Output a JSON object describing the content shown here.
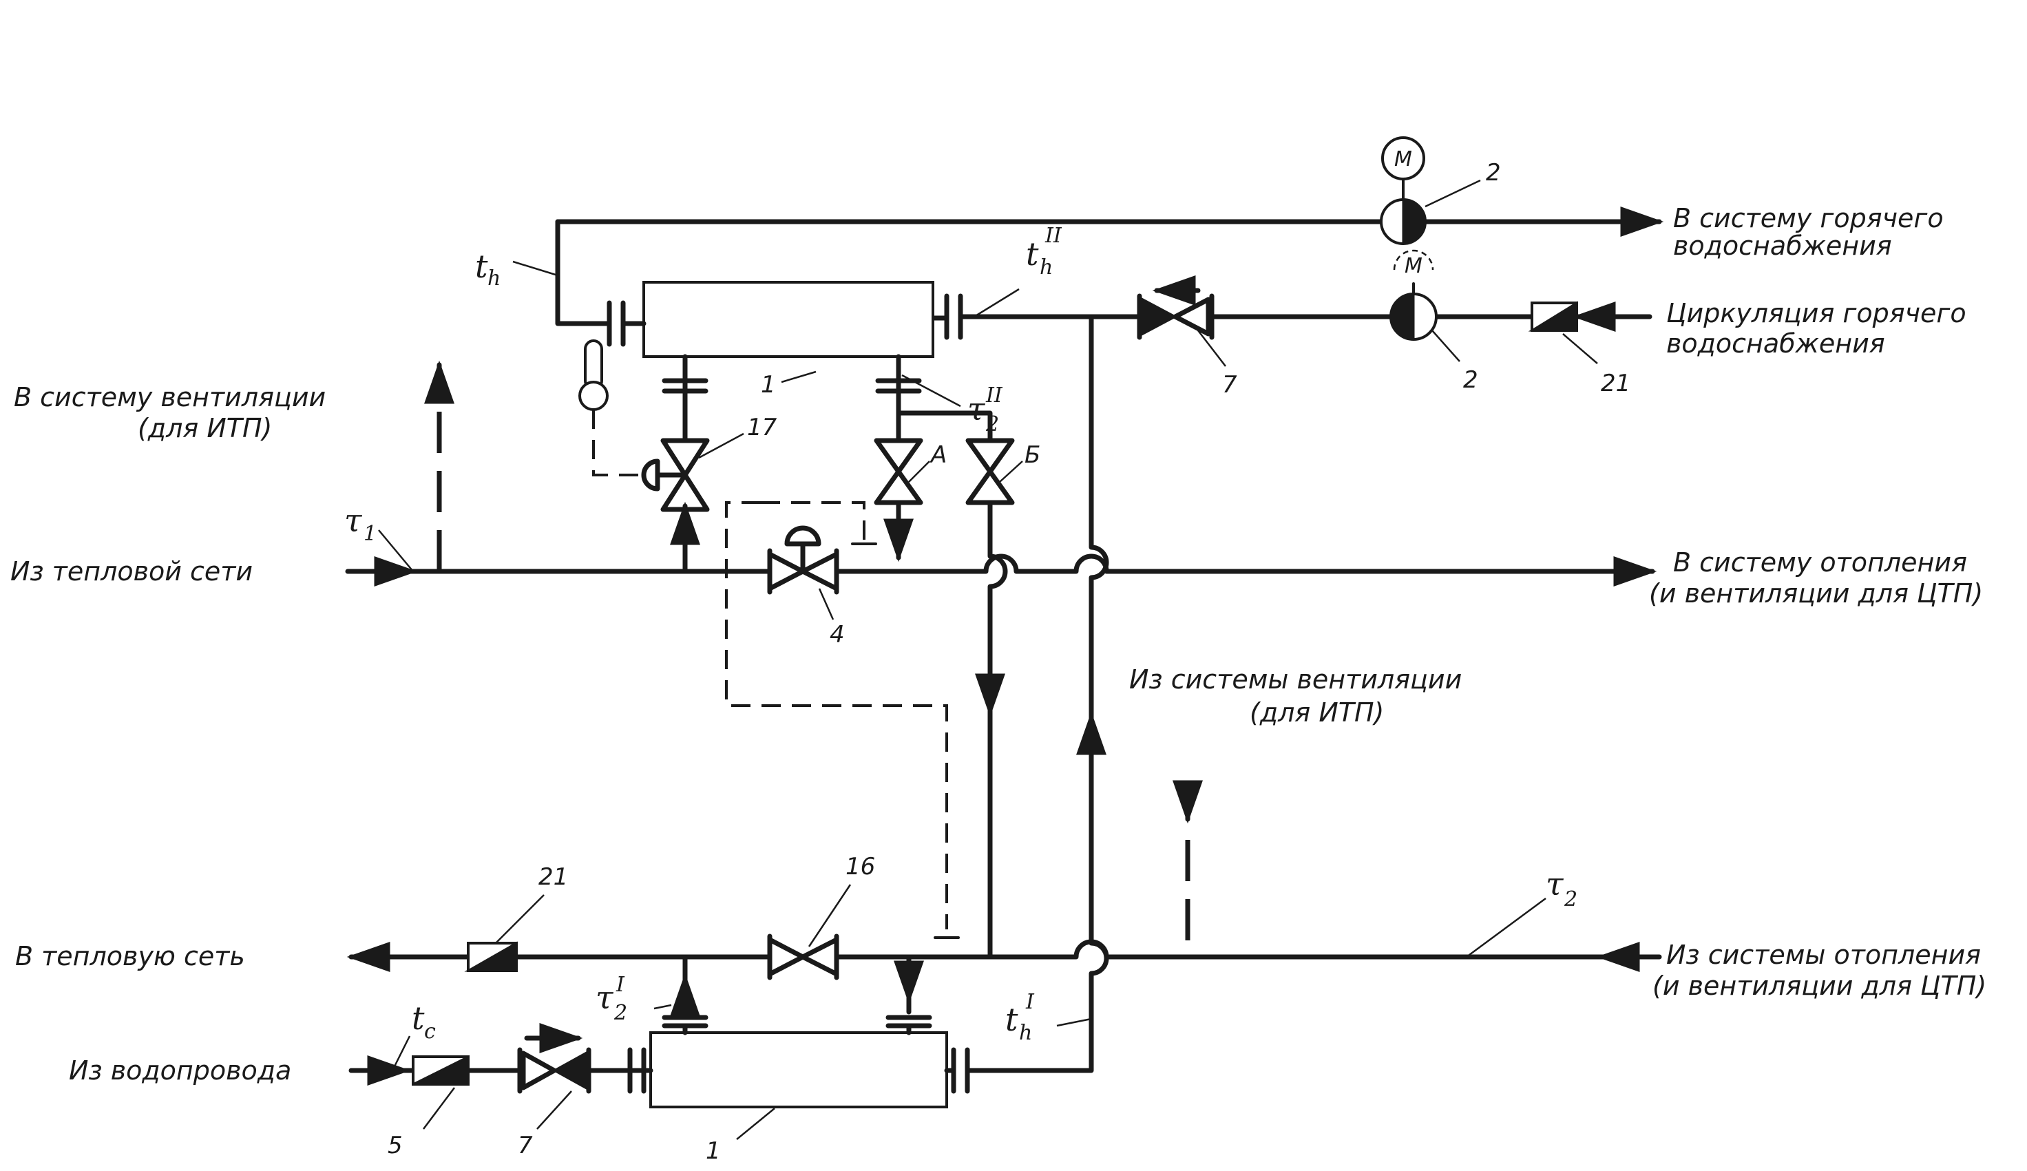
{
  "labels": {
    "hot_water_out_1": "В систему горячего",
    "hot_water_out_2": "водоснабжения",
    "circulation_1": "Циркуляция горячего",
    "circulation_2": "водоснабжения",
    "ventilation_out_1": "В систему вентиляции",
    "ventilation_out_2": "(для ИТП)",
    "from_heat_network": "Из тепловой сети",
    "heating_out_1": "В систему отопления",
    "heating_out_2": "(и вентиляции для ЦТП)",
    "ventilation_in_1": "Из системы вентиляции",
    "ventilation_in_2": "(для ИТП)",
    "to_heat_network": "В тепловую сеть",
    "from_heating_1": "Из системы отопления",
    "from_heating_2": "(и вентиляции для ЦТП)",
    "from_water_supply": "Из водопровода"
  },
  "symbols": {
    "th": {
      "main": "t",
      "sub": "h"
    },
    "th2": {
      "main": "t",
      "sub": "h",
      "sup": "II"
    },
    "th1": {
      "main": "t",
      "sub": "h",
      "sup": "I"
    },
    "tc": {
      "main": "t",
      "sub": "c"
    },
    "tau1": {
      "main": "τ",
      "sub": "1"
    },
    "tau2": {
      "main": "τ",
      "sub": "2"
    },
    "tau2_2": {
      "main": "τ",
      "sub": "2",
      "sup": "II"
    },
    "tau2_1": {
      "main": "τ",
      "sub": "2",
      "sup": "I"
    }
  },
  "callouts": {
    "pump_top": "2",
    "pump_mid": "2",
    "check_valve_21_top": "21",
    "check_valve_21_bottom": "21",
    "valve_7_top": "7",
    "valve_7_bottom": "7",
    "heater_top": "1",
    "heater_bottom": "1",
    "valve_17": "17",
    "valve_a": "А",
    "valve_b": "Б",
    "valve_4": "4",
    "valve_16": "16",
    "filter_5": "5"
  },
  "motor": {
    "top": "M",
    "mid": "M"
  }
}
